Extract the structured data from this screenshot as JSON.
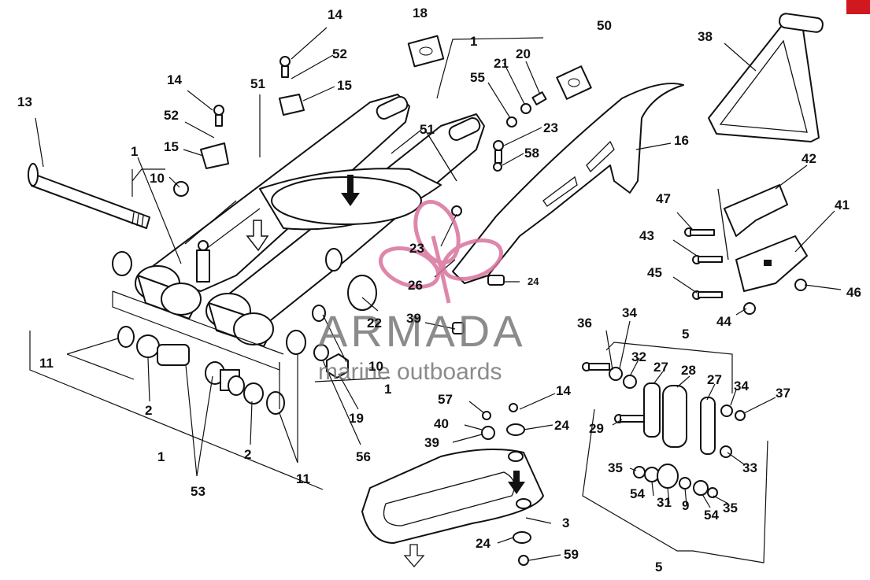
{
  "diagram": {
    "watermark": {
      "brand": "ARMADA",
      "tagline": "marine outboards",
      "brand_color": "#777777",
      "logo_color": "#d9739d"
    },
    "accent_color": "#d0181f",
    "labels": {
      "p1a": "1",
      "p1b": "1",
      "p1c": "1",
      "p1d": "1",
      "p2a": "2",
      "p2b": "2",
      "p3": "3",
      "p5a": "5",
      "p5b": "5",
      "p9": "9",
      "p10a": "10",
      "p10b": "10",
      "p11a": "11",
      "p11b": "11",
      "p13": "13",
      "p14a": "14",
      "p14b": "14",
      "p14c": "14",
      "p15a": "15",
      "p15b": "15",
      "p16": "16",
      "p18": "18",
      "p19": "19",
      "p20": "20",
      "p21": "21",
      "p22": "22",
      "p23a": "23",
      "p23b": "23",
      "p24a": "24",
      "p24b": "24",
      "p24c": "24",
      "p26": "26",
      "p27a": "27",
      "p27b": "27",
      "p28": "28",
      "p29": "29",
      "p31": "31",
      "p32": "32",
      "p33": "33",
      "p34a": "34",
      "p34b": "34",
      "p35a": "35",
      "p35b": "35",
      "p36": "36",
      "p37": "37",
      "p38": "38",
      "p39a": "39",
      "p39b": "39",
      "p40": "40",
      "p41": "41",
      "p42": "42",
      "p43": "43",
      "p44": "44",
      "p45": "45",
      "p46": "46",
      "p47": "47",
      "p50": "50",
      "p51a": "51",
      "p51b": "51",
      "p52a": "52",
      "p52b": "52",
      "p53": "53",
      "p54a": "54",
      "p54b": "54",
      "p55": "55",
      "p56": "56",
      "p57": "57",
      "p58": "58",
      "p59": "59"
    }
  }
}
